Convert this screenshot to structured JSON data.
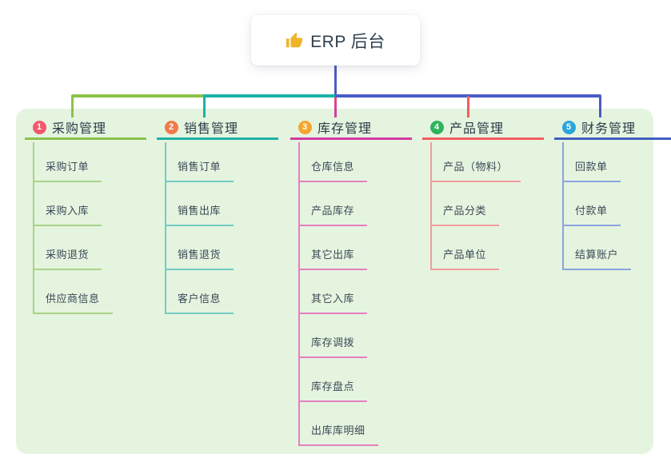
{
  "root": {
    "title": "ERP 后台",
    "icon": "thumbs-up-icon",
    "icon_color": "#f0b429",
    "line_color": "#4a5cc5"
  },
  "panel": {
    "background": "#e5f4df"
  },
  "branches": [
    {
      "index": "1",
      "label": "采购管理",
      "badge_color": "#f2596d",
      "line_color": "#8bc34a",
      "child_line_color": "#a9d387",
      "children": [
        "采购订单",
        "采购入库",
        "采购退货",
        "供应商信息"
      ]
    },
    {
      "index": "2",
      "label": "销售管理",
      "badge_color": "#f07a4b",
      "line_color": "#1cb2a6",
      "child_line_color": "#72ccc5",
      "children": [
        "销售订单",
        "销售出库",
        "销售退货",
        "客户信息"
      ]
    },
    {
      "index": "3",
      "label": "库存管理",
      "badge_color": "#f5a62b",
      "line_color": "#d23ba1",
      "child_line_color": "#e57fc0",
      "children": [
        "仓库信息",
        "产品库存",
        "其它出库",
        "其它入库",
        "库存调拨",
        "库存盘点",
        "出库库明细"
      ]
    },
    {
      "index": "4",
      "label": "产品管理",
      "badge_color": "#2fb45c",
      "line_color": "#f05f5f",
      "child_line_color": "#f49b9b",
      "children": [
        "产品（物料）",
        "产品分类",
        "产品单位"
      ]
    },
    {
      "index": "5",
      "label": "财务管理",
      "badge_color": "#2aa5db",
      "line_color": "#3f5fc0",
      "child_line_color": "#8ba3dd",
      "children": [
        "回款单",
        "付款单",
        "结算账户"
      ]
    }
  ]
}
